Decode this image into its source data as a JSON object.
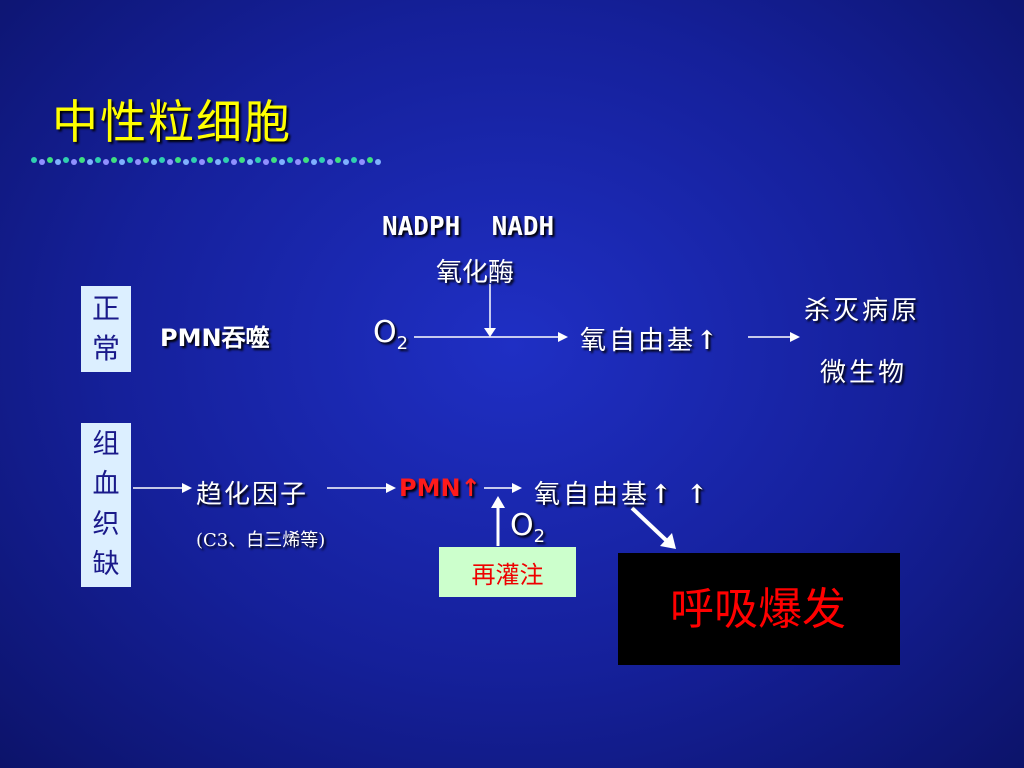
{
  "title": "中性粒细胞",
  "normal": {
    "label": "正常",
    "pmn_phagocytosis": "PMN吞噬",
    "o2_symbol": "O",
    "o2_sub": "2",
    "enzyme_line1": "NADPH  NADH",
    "enzyme_line2": "氧化酶",
    "radical": "氧自由基",
    "result_line1": "杀灭病原",
    "result_line2": "微生物"
  },
  "ischemia": {
    "label": "组血织缺",
    "chemotactic": "趋化因子",
    "chemotactic_note": "(C3、白三烯等)",
    "pmn": "PMN",
    "radical": "氧自由基",
    "o2_symbol": "O",
    "o2_sub": "2",
    "reperfusion": "再灌注",
    "burst": "呼吸爆发"
  },
  "arrow_glyph": "↑",
  "colors": {
    "background": "#15209a",
    "title": "#ffff00",
    "accent_red": "#ff0000",
    "label_box": "#dcefff",
    "reperfusion_box": "#ccffcc"
  },
  "icons": [
    "dotted-divider",
    "up-arrow-icon",
    "right-arrow-icon",
    "diagonal-arrow-icon"
  ]
}
